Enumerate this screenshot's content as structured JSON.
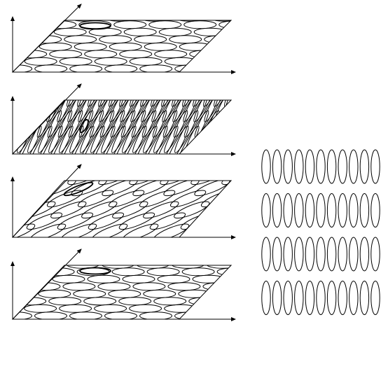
{
  "figure": {
    "panels": [
      {
        "name": "panel-1",
        "lattice": "aligned-horizontal"
      },
      {
        "name": "panel-2",
        "lattice": "steep-tilted"
      },
      {
        "name": "panel-3",
        "lattice": "moderately-tilted"
      },
      {
        "name": "panel-4",
        "lattice": "aligned-horizontal"
      }
    ],
    "right_grid": {
      "rows": 4,
      "columns": 11,
      "orientation": "vertical"
    },
    "stroke_color": "#000000",
    "background_color": "#ffffff"
  }
}
